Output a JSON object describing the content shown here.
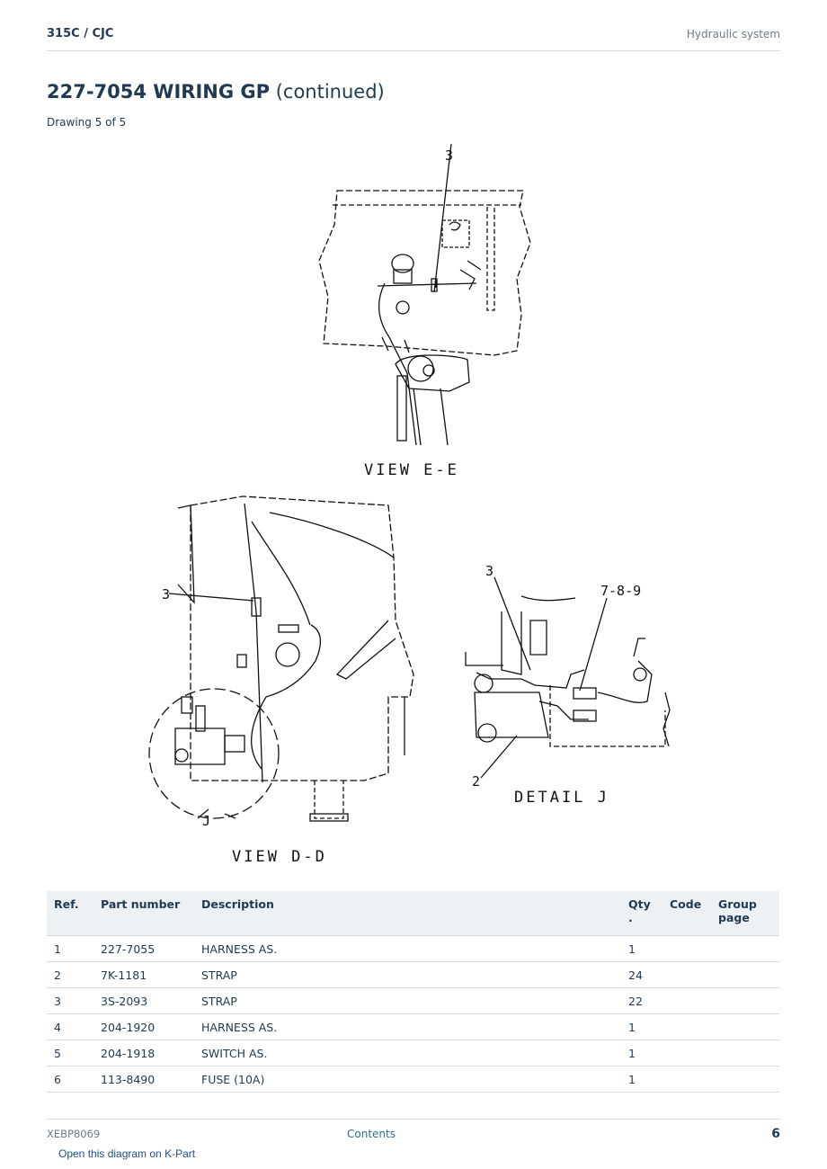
{
  "header": {
    "model": "315C / CJC",
    "section": "Hydraulic system"
  },
  "title": {
    "main": "227-7054 WIRING GP",
    "suffix": "(continued)"
  },
  "subtitle": "Drawing 5 of 5",
  "drawing": {
    "view_ee_label": "VIEW E-E",
    "view_dd_label": "VIEW D-D",
    "detail_j_label": "DETAIL J",
    "callout_3": "3",
    "callout_2": "2",
    "callout_789": "7-8-9",
    "callout_j": "J"
  },
  "table": {
    "headers": [
      "Ref.",
      "Part number",
      "Description",
      "Qty .",
      "Code",
      "Group page"
    ],
    "rows": [
      {
        "ref": "1",
        "part": "227-7055",
        "desc": "HARNESS AS.",
        "qty": "1",
        "code": "",
        "group": ""
      },
      {
        "ref": "2",
        "part": "7K-1181",
        "desc": "STRAP",
        "qty": "24",
        "code": "",
        "group": ""
      },
      {
        "ref": "3",
        "part": "3S-2093",
        "desc": "STRAP",
        "qty": "22",
        "code": "",
        "group": ""
      },
      {
        "ref": "4",
        "part": "204-1920",
        "desc": "HARNESS AS.",
        "qty": "1",
        "code": "",
        "group": ""
      },
      {
        "ref": "5",
        "part": "204-1918",
        "desc": "SWITCH AS.",
        "qty": "1",
        "code": "",
        "group": ""
      },
      {
        "ref": "6",
        "part": "113-8490",
        "desc": "FUSE (10A)",
        "qty": "1",
        "code": "",
        "group": ""
      }
    ]
  },
  "footer": {
    "doc_id": "XEBP8069",
    "contents_link": "Contents",
    "page_number": "6",
    "kpart_link": "Open this diagram on K-Part"
  }
}
